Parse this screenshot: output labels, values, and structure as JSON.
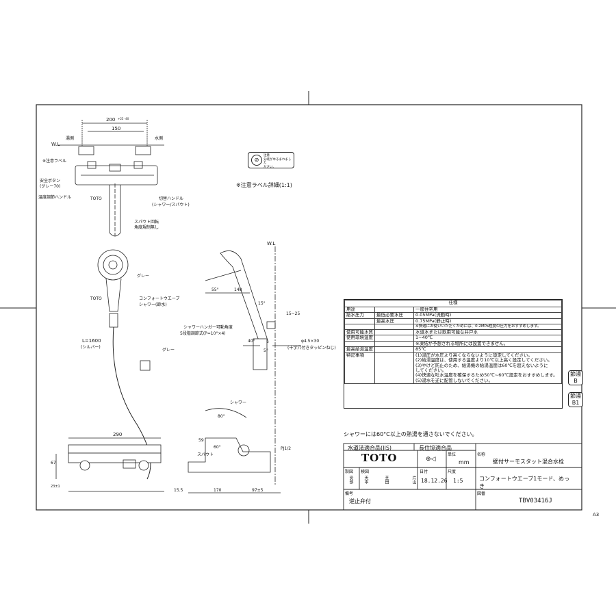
{
  "notes": {
    "label_detail": "※注意ラベル詳細(1:1)",
    "shower_warning": "シャワーには60°C以上の熱湯を通さないでください。",
    "sheet_size": "A3"
  },
  "warning_label": {
    "title": "注意",
    "line1": "分岐がゆるまれました",
    "line2": "ださい。"
  },
  "top_view": {
    "wl": "W.L",
    "dim_200": "200",
    "dim_200_tol": "+25 -40",
    "dim_150": "150",
    "hot": "湯側",
    "cold": "水側",
    "caution_label": "※注意ラベル",
    "safety_button": "安全ボタン",
    "safety_button_color": "(グレー70)",
    "temp_handle": "温度調節ハンドル",
    "toto_mark": "TOTO",
    "switch_handle": "切替ハンドル",
    "switch_handle_sub": "(シャワー/スパウト)",
    "spout_rotation": "スパウト回転",
    "spout_rotation_sub": "角度規制無し"
  },
  "shower_head": {
    "grey": "グレー",
    "toto_mark": "TOTO",
    "model": "コンフォートウエーブ",
    "model_sub": "シャワー(節水)",
    "hose": "L=1600",
    "hose_color": "(シルバー)",
    "grey2": "グレー"
  },
  "side_view": {
    "wl": "W.L",
    "angle_55": "55°",
    "dim_148": "148",
    "angle_15": "15°",
    "dim_15_25": "15~25",
    "hanger_title": "シャワーハンガー可動角度",
    "hanger_sub": "5段階調節式(P=10°×4)",
    "angle_40": "40°",
    "angle_5": "5°",
    "screw": "φ4.5×30",
    "screw_sub": "(十字穴付きタッピンねじ)"
  },
  "bottom_views": {
    "dim_290": "290",
    "dim_67": "67",
    "dim_23": "23±1",
    "shower": "シャワー",
    "spout": "スパウト",
    "angle_80": "80°",
    "angle_60": "60°",
    "dim_59": "59",
    "thread": "PJ1/2",
    "dim_155": "15.5",
    "dim_170": "170",
    "dim_97": "97±5"
  },
  "spec_table": {
    "title": "仕様",
    "rows": [
      {
        "a": "用途",
        "b": "",
        "c": "一般住宅用"
      },
      {
        "a": "給水圧力",
        "b": "最低必要水圧",
        "c": "0.05MPa(流動時)"
      },
      {
        "a": "",
        "b": "最高水圧",
        "c": "0.75MPa(静止時)"
      },
      {
        "a": "",
        "b": "",
        "c": "※快適にお使いいただくためには、0.2MPa程度の圧力をおすすめします。"
      },
      {
        "a": "使用可能水質",
        "b": "",
        "c": "水道水または飲用可能な井戸水"
      },
      {
        "a": "使用環境温度",
        "b": "",
        "c": "1~40℃"
      },
      {
        "a": "",
        "b": "",
        "c": "※凍結が予想される場所には設置できません。"
      },
      {
        "a": "最高給湯温度",
        "b": "",
        "c": "85℃"
      },
      {
        "a": "特記事項",
        "b": "",
        "c": "(1)湯圧が水圧より高くならないように設定してください。"
      }
    ],
    "special_notes": [
      "(2)給湯温度は、使用する温度より10℃以上高く設定してください。",
      "(3)やけど防止のため、給湯機の給湯温度は60℃を超えないように",
      "してください。",
      "(4)快適な吐水温度を確保するため50℃~60℃設定をおすすめします。",
      "(5)湯水を逆に配管しないでください。"
    ]
  },
  "badges": [
    {
      "top": "節湯",
      "bottom": "B"
    },
    {
      "top": "節湯",
      "bottom": "B1"
    }
  ],
  "title_block": {
    "std1": "水道法適合品(JIS)",
    "std2": "長住協適合品",
    "brand": "TOTO",
    "unit_label": "単位",
    "unit": "mm",
    "name_label": "名称",
    "name": "壁付サーモスタット混合水栓",
    "drawn_label": "製図",
    "checked_label": "検図",
    "drawn_by": "安部",
    "checked_by": "天本",
    "checked_by2": "芝田",
    "approved_by": "片山",
    "date_label": "日付",
    "date": "18.12.26",
    "scale_label": "尺度",
    "scale": "1:5",
    "model": "コンフォートウエーブ1モード、めっき",
    "remarks_label": "備考",
    "remarks": "逆止弁付",
    "drawing_no_label": "図番",
    "drawing_no": "TBV03416J"
  }
}
